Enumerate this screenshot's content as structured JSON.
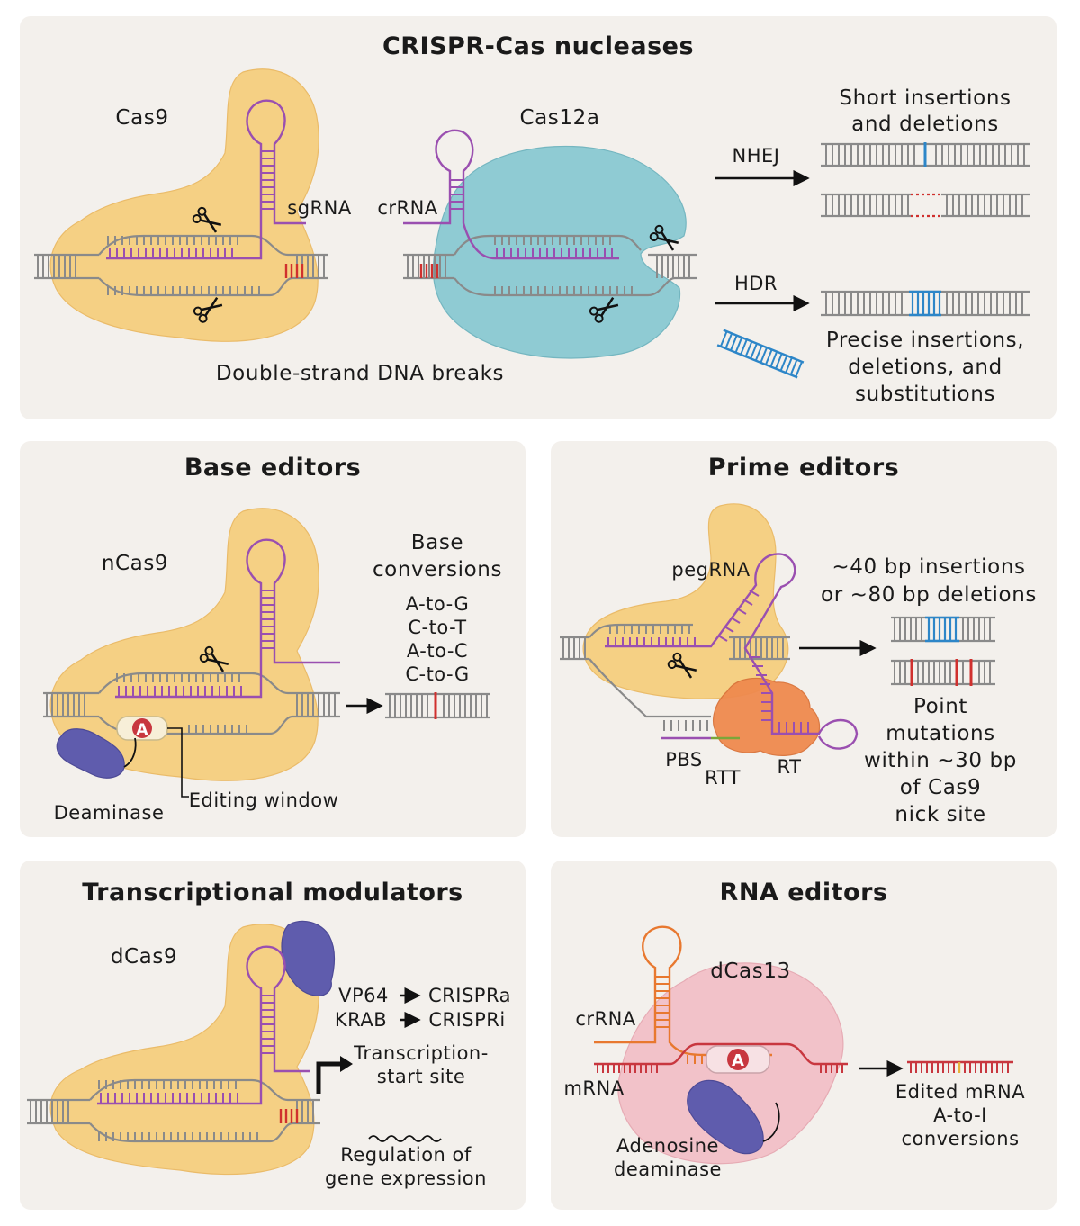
{
  "panels": {
    "nucleases": {
      "title": "CRISPR-Cas nucleases",
      "cas9_label": "Cas9",
      "cas12a_label": "Cas12a",
      "sgrna_label": "sgRNA",
      "crrna_label": "crRNA",
      "dsb_label": "Double-strand DNA breaks",
      "nhej_label": "NHEJ",
      "hdr_label": "HDR",
      "indel_title_line1": "Short insertions",
      "indel_title_line2": "and deletions",
      "precise_line1": "Precise insertions,",
      "precise_line2": "deletions, and",
      "precise_line3": "substitutions"
    },
    "base_editors": {
      "title": "Base editors",
      "ncas9_label": "nCas9",
      "conversions_line1": "Base",
      "conversions_line2": "conversions",
      "conversions": [
        "A-to-G",
        "C-to-T",
        "A-to-C",
        "C-to-G"
      ],
      "adenine_letter": "A",
      "deaminase_label": "Deaminase",
      "editing_window_label": "Editing window"
    },
    "prime_editors": {
      "title": "Prime editors",
      "pegrna_label": "pegRNA",
      "pbs_label": "PBS",
      "rtt_label": "RTT",
      "rt_label": "RT",
      "insert_line1": "~40 bp insertions",
      "insert_line2": "or ~80 bp deletions",
      "point_lines": [
        "Point",
        "mutations",
        "within ~30 bp",
        "of Cas9",
        "nick site"
      ]
    },
    "transcriptional": {
      "title": "Transcriptional modulators",
      "dcas9_label": "dCas9",
      "vp64": "VP64",
      "crispra": "CRISPRa",
      "krab": "KRAB",
      "crispri": "CRISPRi",
      "tss_line1": "Transcription-",
      "tss_line2": "start site",
      "reg_line1": "Regulation of",
      "reg_line2": "gene expression"
    },
    "rna_editors": {
      "title": "RNA editors",
      "dcas13_label": "dCas13",
      "crrna_label": "crRNA",
      "mrna_label": "mRNA",
      "adenine_letter": "A",
      "adenosine_line1": "Adenosine",
      "adenosine_line2": "deaminase",
      "edited_line1": "Edited mRNA",
      "edited_line2": "A-to-I",
      "edited_line3": "conversions"
    }
  },
  "colors": {
    "panel_bg": "#f3f0ec",
    "cas9": "#f6cf7f",
    "cas12a": "#8fcbd3",
    "cas13": "#f2c0c8",
    "rna_purple": "#9a4fb0",
    "rna_orange": "#e8782f",
    "deaminase": "#5f5cad",
    "reverse_transcriptase": "#ef8a4e",
    "edit_red": "#d0302e",
    "edit_blue": "#2d86c8",
    "dna_gray": "#8a8a8a"
  }
}
